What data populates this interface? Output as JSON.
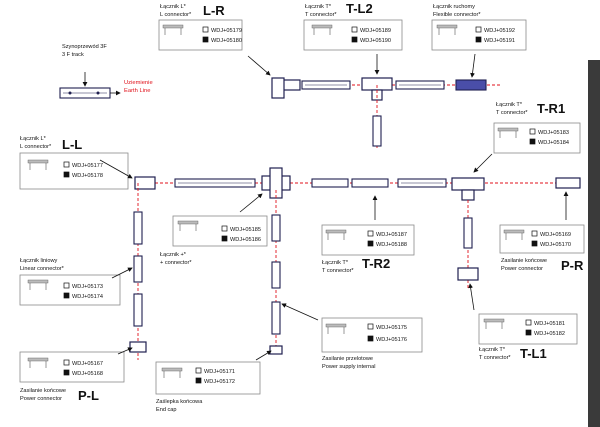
{
  "track_label": {
    "line1": "Szynoprzewód 3F",
    "line2": "3 F track"
  },
  "earth_label": {
    "line1": "Uziemienie",
    "line2": "Earth Line"
  },
  "cards": {
    "lr": {
      "title_pl": "Łącznik L*",
      "title_en": "L connector*",
      "big": "L-R",
      "code_white": "WDJ+05179",
      "code_black": "WDJ+05180"
    },
    "tl2": {
      "title_pl": "Łącznik T*",
      "title_en": "T connector*",
      "big": "T-L2",
      "code_white": "WDJ+05189",
      "code_black": "WDJ+05190"
    },
    "flex": {
      "title_pl": "Łącznik ruchomy",
      "title_en": "Flexible connector*",
      "big": "",
      "code_white": "WDJ+05192",
      "code_black": "WDJ+05191"
    },
    "tr1": {
      "title_pl": "Łącznik T*",
      "title_en": "T connector*",
      "big": "T-R1",
      "code_white": "WDJ+05183",
      "code_black": "WDJ+05184"
    },
    "ll": {
      "title_pl": "Łącznik L*",
      "title_en": "L connector*",
      "big": "L-L",
      "code_white": "WDJ+05177",
      "code_black": "WDJ+05178"
    },
    "plus": {
      "title_pl": "Łącznik +*",
      "title_en": "+ connector*",
      "big": "",
      "code_white": "WDJ+05185",
      "code_black": "WDJ+05186"
    },
    "tr2": {
      "title_pl": "Łącznik T*",
      "title_en": "T connector*",
      "big": "T-R2",
      "code_white": "WDJ+05187",
      "code_black": "WDJ+05188"
    },
    "pr": {
      "title_pl": "Zasilanie końcowe",
      "title_en": "Power connector",
      "big": "P-R",
      "code_white": "WDJ+05169",
      "code_black": "WDJ+05170"
    },
    "lin": {
      "title_pl": "Łącznik liniowy",
      "title_en": "Linear connector*",
      "big": "",
      "code_white": "WDJ+05173",
      "code_black": "WDJ+05174"
    },
    "tl1": {
      "title_pl": "Łącznik T*",
      "title_en": "T connector*",
      "big": "T-L1",
      "code_white": "WDJ+05181",
      "code_black": "WDJ+05182"
    },
    "psi": {
      "title_pl": "Zasilanie przelotowe",
      "title_en": "Power supply internal",
      "big": "",
      "code_white": "WDJ+05175",
      "code_black": "WDJ+05176"
    },
    "pl": {
      "title_pl": "Zasilanie końcowe",
      "title_en": "Power connector",
      "big": "P-L",
      "code_white": "WDJ+05167",
      "code_black": "WDJ+05168"
    },
    "ec": {
      "title_pl": "Zaślepka końcowa",
      "title_en": "End cap",
      "big": "",
      "code_white": "WDJ+05171",
      "code_black": "WDJ+05172"
    }
  }
}
